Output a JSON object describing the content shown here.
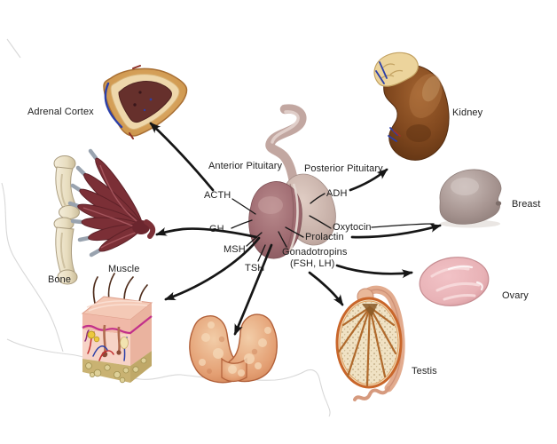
{
  "figure": {
    "type": "anatomy-diagram",
    "subject": "Pituitary gland hormones and their target organs"
  },
  "labels": {
    "adrenal_cortex": "Adrenal Cortex",
    "kidney": "Kidney",
    "anterior_pituitary": "Anterior Pituitary",
    "posterior_pituitary": "Posterior Pituitary",
    "acth": "ACTH",
    "adh": "ADH",
    "gh": "GH",
    "oxytocin": "Oxytocin",
    "prolactin": "Prolactin",
    "msh": "MSH",
    "gonadotropins": "Gonadotropins",
    "gonadotropins_sub": "(FSH, LH)",
    "tsh": "TSH",
    "bone": "Bone",
    "muscle": "Muscle",
    "breast": "Breast",
    "ovary": "Ovary",
    "testis": "Testis"
  },
  "relations": [
    {
      "hormone": "ACTH",
      "target": "Adrenal Cortex"
    },
    {
      "hormone": "ADH",
      "target": "Kidney"
    },
    {
      "hormone": "GH",
      "target": "Muscle, Bone"
    },
    {
      "hormone": "Oxytocin",
      "target": "Breast"
    },
    {
      "hormone": "Prolactin",
      "target": "Breast"
    },
    {
      "hormone": "MSH",
      "target": "Skin"
    },
    {
      "hormone": "TSH",
      "target": "Thyroid"
    },
    {
      "hormone": "Gonadotropins (FSH, LH)",
      "target": "Ovary, Testis"
    }
  ],
  "colors": {
    "background": "#ffffff",
    "line": "#161616",
    "label_text": "#1e1e1e",
    "anterior_pituitary": "#a5747a",
    "posterior_pituitary": "#cfb9b1",
    "pituitary_stalk": "#c2a7a1",
    "adrenal_outer": "#d9a45f",
    "adrenal_medulla": "#66302c",
    "kidney": "#7a4520",
    "bone": "#ece2ca",
    "muscle": "#7b2f36",
    "skin": "#f3c6b4",
    "thyroid": "#e4a074",
    "breast": "#a89692",
    "ovary": "#e8b2b6",
    "testis_lobules": "#ddc795",
    "vessel_blue": "#2b3fa8",
    "faint_outline": "#d8d8d8"
  }
}
